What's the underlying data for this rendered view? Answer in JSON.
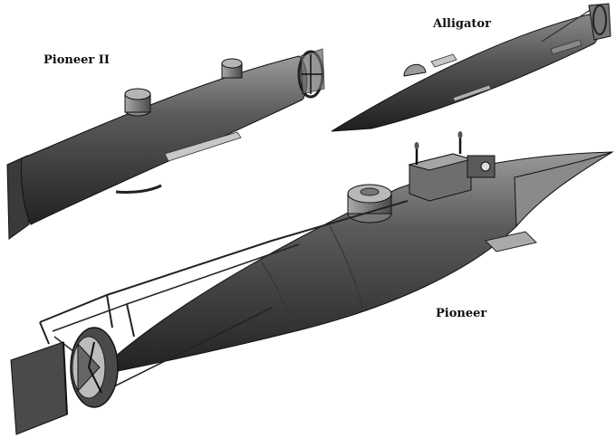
{
  "labels": {
    "pioneer_ii": "Pioneer II",
    "alligator": "Alligator",
    "pioneer": "Pioneer"
  },
  "colors": {
    "background": "#ffffff",
    "hull_dark": "#2a2a2a",
    "hull_mid": "#5a5a5a",
    "hull_light": "#9a9a9a",
    "label": "#111111"
  }
}
